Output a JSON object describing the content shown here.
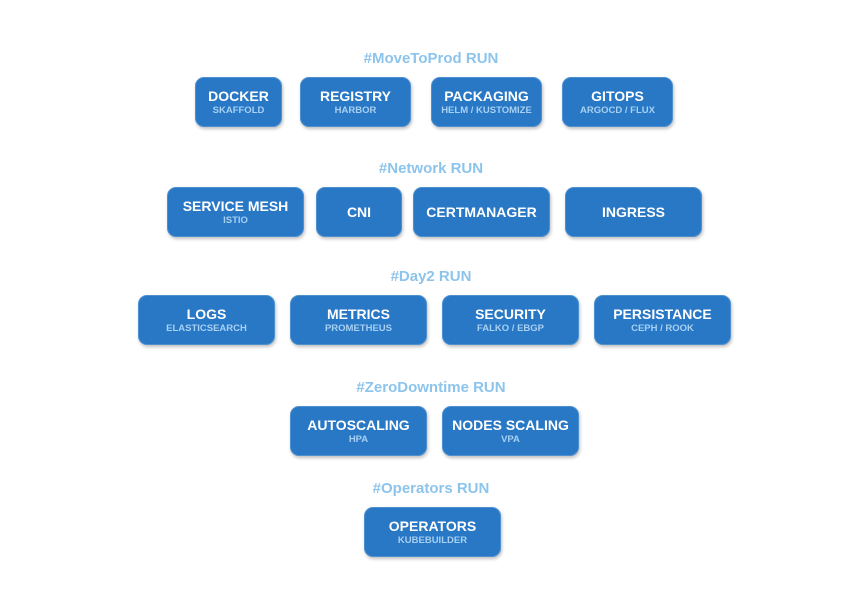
{
  "sections": [
    {
      "title": "#MoveToProd RUN",
      "items": [
        {
          "label": "DOCKER",
          "sub": "SKAFFOLD"
        },
        {
          "label": "REGISTRY",
          "sub": "HARBOR"
        },
        {
          "label": "PACKAGING",
          "sub": "HELM / KUSTOMIZE"
        },
        {
          "label": "GITOPS",
          "sub": "ARGOCD / FLUX"
        }
      ]
    },
    {
      "title": "#Network RUN",
      "items": [
        {
          "label": "SERVICE MESH",
          "sub": "ISTIO"
        },
        {
          "label": "CNI",
          "sub": ""
        },
        {
          "label": "CERTMANAGER",
          "sub": ""
        },
        {
          "label": "INGRESS",
          "sub": ""
        }
      ]
    },
    {
      "title": "#Day2 RUN",
      "items": [
        {
          "label": "LOGS",
          "sub": "ELASTICSEARCH"
        },
        {
          "label": "METRICS",
          "sub": "PROMETHEUS"
        },
        {
          "label": "SECURITY",
          "sub": "FALKO / EBGP"
        },
        {
          "label": "PERSISTANCE",
          "sub": "CEPH / ROOK"
        }
      ]
    },
    {
      "title": "#ZeroDowntime RUN",
      "items": [
        {
          "label": "AUTOSCALING",
          "sub": "HPA"
        },
        {
          "label": "NODES SCALING",
          "sub": "VPA"
        }
      ]
    },
    {
      "title": "#Operators RUN",
      "items": [
        {
          "label": "OPERATORS",
          "sub": "KUBEBUILDER"
        }
      ]
    }
  ],
  "colors": {
    "box": "#2878c6",
    "title": "#8cc4ec",
    "sub": "#a8d0f2"
  }
}
